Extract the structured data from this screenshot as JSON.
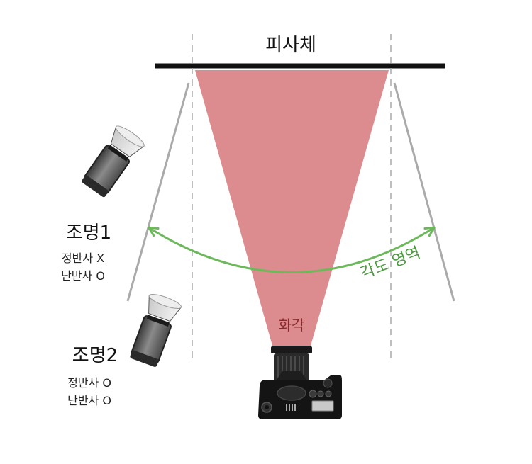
{
  "subject": {
    "label": "피사체"
  },
  "field_of_view": {
    "label": "화각"
  },
  "angle_zone": {
    "label": "각도 영역"
  },
  "light1": {
    "title": "조명1",
    "specular": "정반사 X",
    "diffuse": "난반사 O"
  },
  "light2": {
    "title": "조명2",
    "specular": "정반사 O",
    "diffuse": "난반사 O"
  },
  "colors": {
    "subject_bar": "#111111",
    "fov_fill": "#dc8c8e",
    "fov_text": "#8a2a2e",
    "zone_arc": "#6cb85a",
    "zone_text": "#4a9a3e",
    "guide_dashed": "#aaaaaa",
    "guide_solid": "#aaaaaa"
  },
  "icons": {
    "light1": "studio-light-icon",
    "light2": "studio-light-icon",
    "camera": "dslr-camera-icon"
  }
}
